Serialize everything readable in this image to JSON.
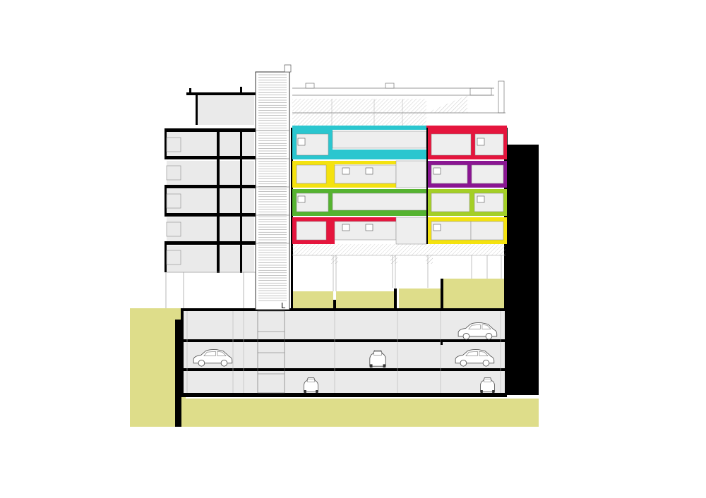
{
  "drawing": {
    "kind": "building-cross-section",
    "stair_marker": "L",
    "colors": {
      "background": "#ffffff",
      "ground": "#dedd8a",
      "floor_fill": "#eaeaea",
      "line": "#000000",
      "cyan": "#2ac6cf",
      "red": "#e5153d",
      "yellow": "#f4e20f",
      "purple": "#8a1692",
      "green": "#55b330",
      "lime": "#a4cf26"
    },
    "upper_floors_right": [
      {
        "floor": 4,
        "left_unit_color": "cyan",
        "right_unit_color": "red"
      },
      {
        "floor": 3,
        "left_unit_color": "yellow",
        "right_unit_color": "purple"
      },
      {
        "floor": 2,
        "left_unit_color": "green",
        "right_unit_color": "lime"
      },
      {
        "floor": 1,
        "left_unit_color": "red",
        "right_unit_color": "yellow"
      }
    ],
    "basement_levels": [
      {
        "level": -1,
        "cars": 1
      },
      {
        "level": -2,
        "cars": 3
      },
      {
        "level": -3,
        "cars": 2
      }
    ],
    "icons": [
      "car-icon"
    ]
  }
}
